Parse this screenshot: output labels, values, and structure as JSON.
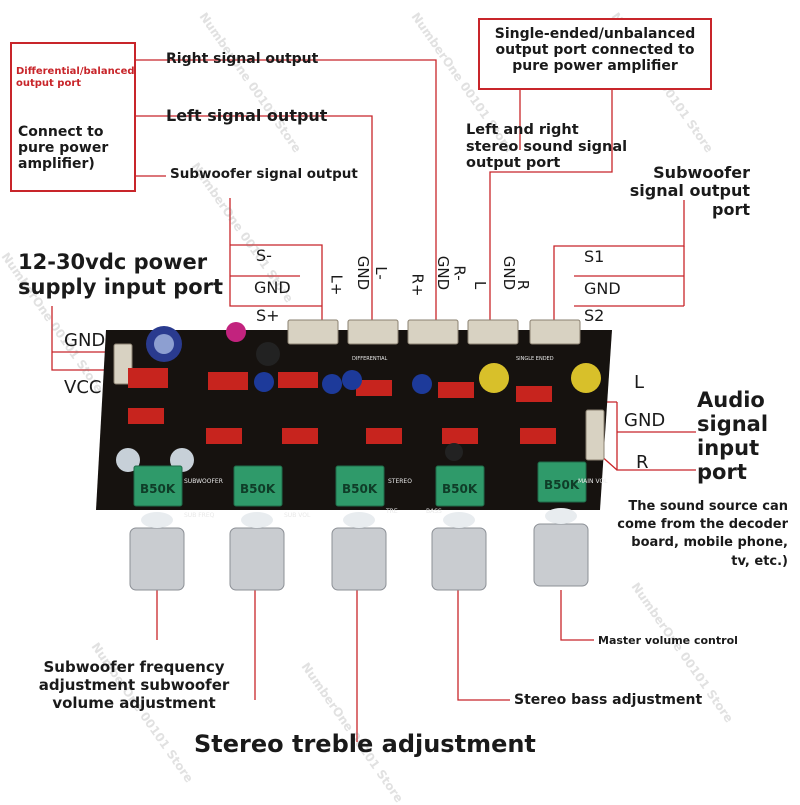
{
  "colors": {
    "leader_line": "#c8252a",
    "pcb": "#16120f",
    "knob": "#c9ccd0",
    "pot_body": "#2f9a6a",
    "capacitor_red": "#c7241e"
  },
  "watermark": "NumberOne 00101 Store",
  "callouts": {
    "differential_box_title": "Differential/balanced output port",
    "differential_box_body": "Connect to pure power amplifier)",
    "right_signal_output": "Right signal output",
    "left_signal_output": "Left signal output",
    "subwoofer_signal_output_left": "Subwoofer signal output",
    "single_ended_box": "Single-ended/unbalanced output port connected to pure power amplifier",
    "lr_stereo_output": "Left and right stereo sound signal output port",
    "subwoofer_signal_output_right": "Subwoofer signal output port",
    "power_input": "12-30vdc power supply input port",
    "audio_input": "Audio signal input port",
    "sound_source": "The sound source can come from the decoder board, mobile phone, tv, etc.)",
    "master_volume": "Master volume control",
    "stereo_bass": "Stereo bass adjustment",
    "subwoofer_freq": "Subwoofer frequency adjustment subwoofer volume adjustment",
    "stereo_treble": "Stereo treble adjustment"
  },
  "pin_labels": {
    "left_group": [
      "S-",
      "GND",
      "S+"
    ],
    "power": [
      "GND",
      "VCC"
    ],
    "right_group": [
      "S1",
      "GND",
      "S2"
    ],
    "audio_input": [
      "L",
      "GND",
      "R"
    ],
    "connector1": [
      "L+",
      "GND",
      "L-"
    ],
    "connector2": [
      "R+",
      "GND",
      "R-"
    ],
    "connector3": [
      "L",
      "GND",
      "R"
    ]
  },
  "board": {
    "pot_value": "B50K",
    "silk_labels": [
      "SUBWOOFER",
      "SUB FREQ",
      "SUB VOL",
      "TRE",
      "BASS",
      "STEREO",
      "MAIN VOL",
      "DIFFERENTIAL",
      "SINGLE ENDED"
    ]
  }
}
